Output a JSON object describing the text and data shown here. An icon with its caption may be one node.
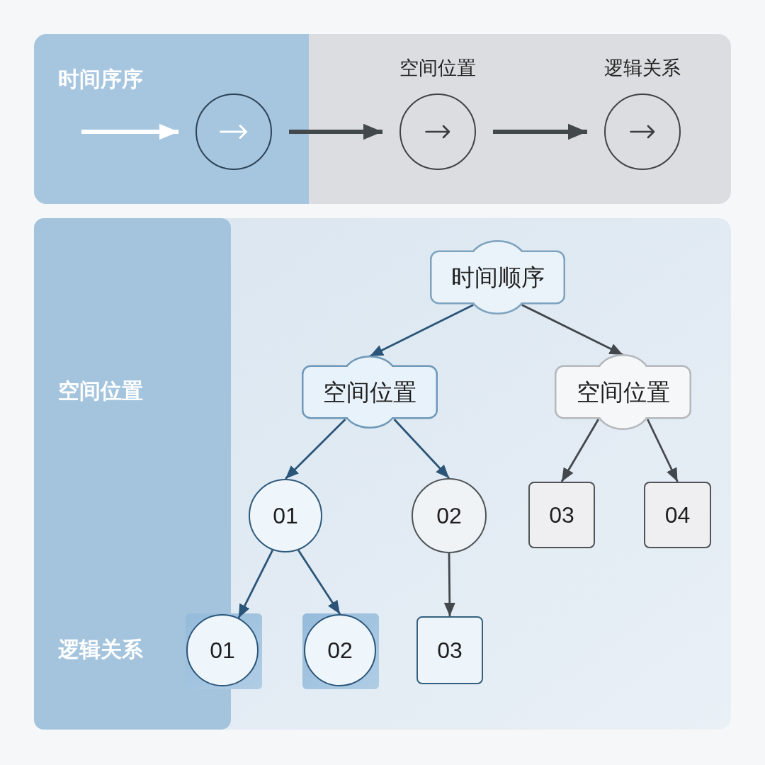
{
  "diagram": {
    "nodes": [
      {
        "text": [],
        "shape": "box"
      },
      {
        "text": [
          "时间序序"
        ],
        "in": 0
      },
      {
        "text": [],
        "shape": "circle",
        "in": 1
      },
      {
        "text": [
          "空间位置"
        ],
        "in": 0
      },
      {
        "text": [
          "逻辑关系"
        ],
        "in": 0
      },
      {
        "text": [],
        "shape": "box"
      },
      {
        "text": [
          "空间位置",
          "逻辑关系"
        ],
        "in": 5
      },
      {
        "text": [
          "时间顺序"
        ],
        "in": 5
      },
      {
        "text": [
          "空间位置"
        ],
        "in": 5
      },
      {
        "text": [
          "空间位置"
        ],
        "in": 5
      },
      {
        "text": [
          "01"
        ],
        "in": 5
      },
      {
        "text": [
          "02"
        ],
        "in": 5
      },
      {
        "text": [
          "03"
        ],
        "in": 5
      },
      {
        "text": [
          "04"
        ],
        "in": 5
      },
      {
        "text": [
          "01"
        ],
        "in": 5
      },
      {
        "text": [
          "02"
        ],
        "in": 5
      },
      {
        "text": [
          "03"
        ],
        "in": 5
      }
    ],
    "edges": [
      {
        "from": null,
        "to": 2,
        "arrow": "to",
        "style": "thick",
        "color": "#ffffff"
      },
      {
        "from": 2,
        "to": 3,
        "arrow": "to",
        "style": "thick"
      },
      {
        "from": 3,
        "to": 4,
        "arrow": "to",
        "style": "thick"
      },
      {
        "from": 7,
        "to": 8,
        "arrow": "to",
        "color": "#2b5578"
      },
      {
        "from": 7,
        "to": 9,
        "arrow": "to"
      },
      {
        "from": 8,
        "to": 10,
        "arrow": "to",
        "color": "#2b5578"
      },
      {
        "from": 8,
        "to": 11,
        "arrow": "to",
        "color": "#2b5578"
      },
      {
        "from": 9,
        "to": 12,
        "arrow": "to"
      },
      {
        "from": 9,
        "to": 13,
        "arrow": "to"
      },
      {
        "from": 10,
        "to": 14,
        "arrow": "to",
        "color": "#2b5578"
      },
      {
        "from": 10,
        "to": 15,
        "arrow": "to",
        "color": "#2b5578"
      },
      {
        "from": 11,
        "to": 16,
        "arrow": "to"
      }
    ]
  }
}
